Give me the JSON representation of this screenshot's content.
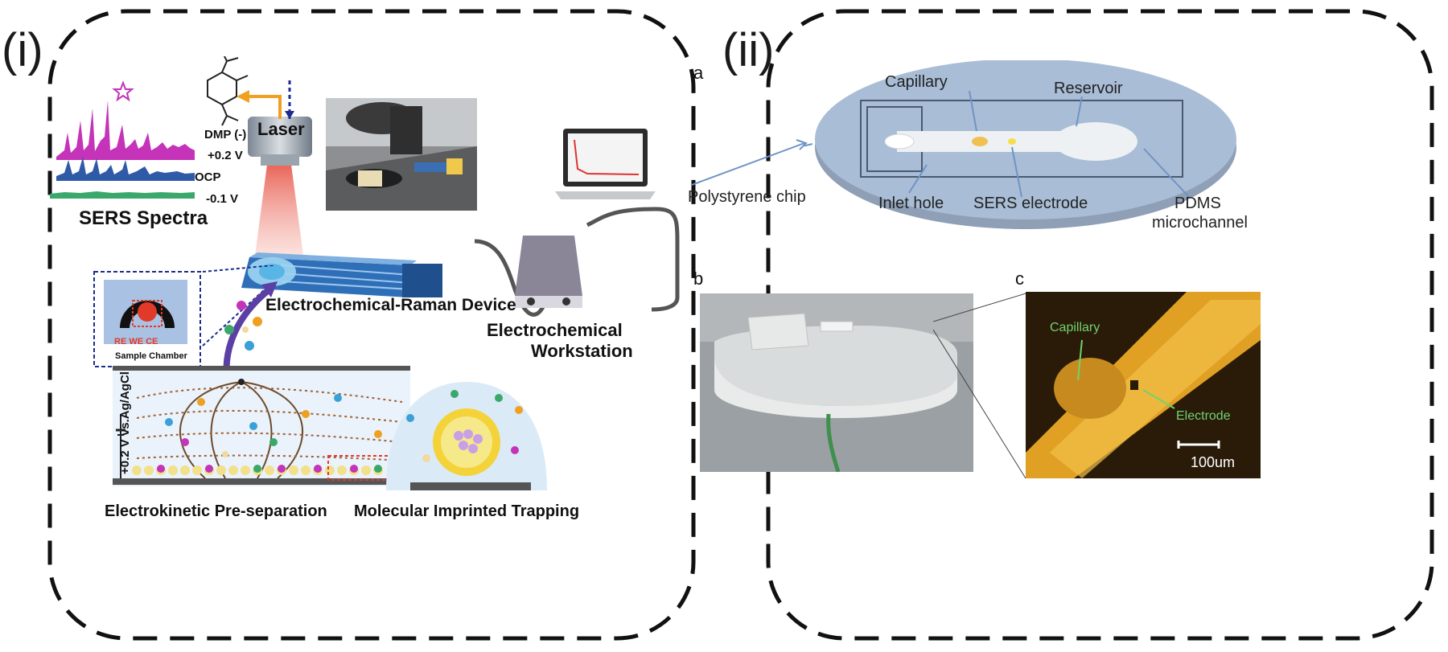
{
  "panel_i": {
    "label": "(i)",
    "spectra": {
      "title": "SERS Spectra",
      "traces": [
        {
          "label": "+0.2 V",
          "color": "#c433b8"
        },
        {
          "label": "OCP",
          "color": "#2f5aa8"
        },
        {
          "label": "-0.1 V",
          "color": "#3aa86a"
        }
      ]
    },
    "molecule_label": "DMP (-)",
    "laser_label": "Laser",
    "sample_chamber": {
      "label": "Sample Chamber",
      "electrodes": "RE WE CE"
    },
    "device_label": "Electrochemical-Raman Device",
    "workstation_label_line1": "Electrochemical",
    "workstation_label_line2": "Workstation",
    "potential_label": "+0.2 V vs.Ag/AgCl",
    "preseparation_label": "Electrokinetic Pre-separation",
    "trapping_label": "Molecular Imprinted Trapping"
  },
  "panel_ii": {
    "label": "(ii)",
    "sub_a": "a",
    "sub_b": "b",
    "sub_c": "c",
    "chip": {
      "capillary": "Capillary",
      "reservoir": "Reservoir",
      "polystyrene": "Polystyrene chip",
      "inlet": "Inlet hole",
      "sers": "SERS electrode",
      "pdms_line1": "PDMS",
      "pdms_line2": "microchannel"
    },
    "micro": {
      "capillary": "Capillary",
      "electrode": "Electrode",
      "scale": "100um"
    }
  },
  "colors": {
    "chip_fill": "#a9bdd6",
    "arrow_blue": "#6f94c4",
    "micro_green": "#6fd36f",
    "dash_border": "#111111"
  }
}
